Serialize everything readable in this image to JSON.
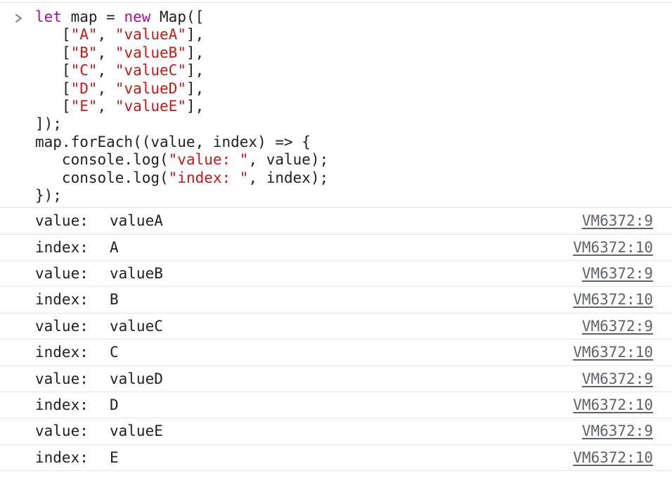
{
  "console": {
    "input_code": [
      [
        {
          "t": "kw",
          "v": "let"
        },
        {
          "t": "plain",
          "v": " map = "
        },
        {
          "t": "kw",
          "v": "new"
        },
        {
          "t": "plain",
          "v": " Map(["
        }
      ],
      [
        {
          "t": "plain",
          "v": "   ["
        },
        {
          "t": "str",
          "v": "\"A\""
        },
        {
          "t": "plain",
          "v": ", "
        },
        {
          "t": "str",
          "v": "\"valueA\""
        },
        {
          "t": "plain",
          "v": "],"
        }
      ],
      [
        {
          "t": "plain",
          "v": "   ["
        },
        {
          "t": "str",
          "v": "\"B\""
        },
        {
          "t": "plain",
          "v": ", "
        },
        {
          "t": "str",
          "v": "\"valueB\""
        },
        {
          "t": "plain",
          "v": "],"
        }
      ],
      [
        {
          "t": "plain",
          "v": "   ["
        },
        {
          "t": "str",
          "v": "\"C\""
        },
        {
          "t": "plain",
          "v": ", "
        },
        {
          "t": "str",
          "v": "\"valueC\""
        },
        {
          "t": "plain",
          "v": "],"
        }
      ],
      [
        {
          "t": "plain",
          "v": "   ["
        },
        {
          "t": "str",
          "v": "\"D\""
        },
        {
          "t": "plain",
          "v": ", "
        },
        {
          "t": "str",
          "v": "\"valueD\""
        },
        {
          "t": "plain",
          "v": "],"
        }
      ],
      [
        {
          "t": "plain",
          "v": "   ["
        },
        {
          "t": "str",
          "v": "\"E\""
        },
        {
          "t": "plain",
          "v": ", "
        },
        {
          "t": "str",
          "v": "\"valueE\""
        },
        {
          "t": "plain",
          "v": "],"
        }
      ],
      [
        {
          "t": "plain",
          "v": "]);"
        }
      ],
      [
        {
          "t": "plain",
          "v": "map.forEach((value, index) => {"
        }
      ],
      [
        {
          "t": "plain",
          "v": "   console.log("
        },
        {
          "t": "str",
          "v": "\"value: \""
        },
        {
          "t": "plain",
          "v": ", value);"
        }
      ],
      [
        {
          "t": "plain",
          "v": "   console.log("
        },
        {
          "t": "str",
          "v": "\"index: \""
        },
        {
          "t": "plain",
          "v": ", index);"
        }
      ],
      [
        {
          "t": "plain",
          "v": "});"
        }
      ]
    ],
    "logs": [
      {
        "label": "value:",
        "value": "valueA",
        "source": "VM6372:9"
      },
      {
        "label": "index:",
        "value": "A",
        "source": "VM6372:10"
      },
      {
        "label": "value:",
        "value": "valueB",
        "source": "VM6372:9"
      },
      {
        "label": "index:",
        "value": "B",
        "source": "VM6372:10"
      },
      {
        "label": "value:",
        "value": "valueC",
        "source": "VM6372:9"
      },
      {
        "label": "index:",
        "value": "C",
        "source": "VM6372:10"
      },
      {
        "label": "value:",
        "value": "valueD",
        "source": "VM6372:9"
      },
      {
        "label": "index:",
        "value": "D",
        "source": "VM6372:10"
      },
      {
        "label": "value:",
        "value": "valueE",
        "source": "VM6372:9"
      },
      {
        "label": "index:",
        "value": "E",
        "source": "VM6372:10"
      }
    ]
  },
  "colors": {
    "keyword": "#aa0d91",
    "string": "#c41a16",
    "link": "#5f6368"
  },
  "icons": {
    "prompt": "chevron-right-icon"
  }
}
